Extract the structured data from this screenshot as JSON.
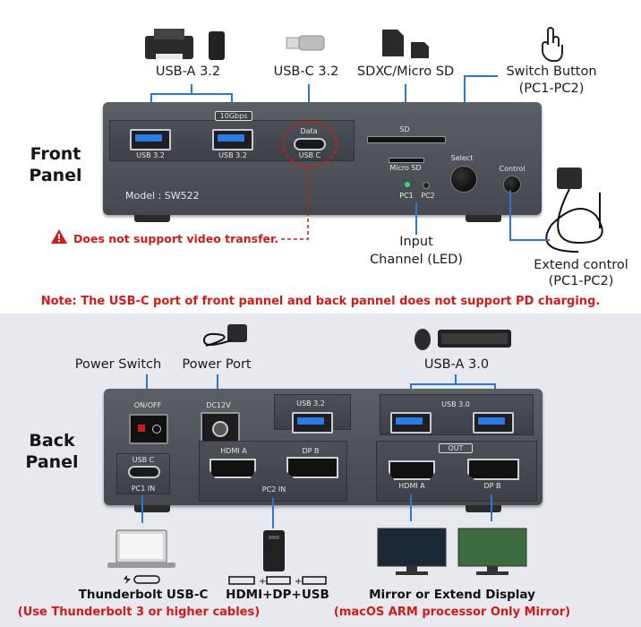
{
  "front": {
    "usba_label": "USB-A 3.2",
    "usbc_label": "USB-C 3.2",
    "sd_label": "SDXC/Micro SD",
    "switch_label_1": "Switch Button",
    "switch_label_2": "(PC1-PC2)",
    "panel_title_1": "Front",
    "panel_title_2": "Panel",
    "speed_tag": "10Gbps",
    "port1": "USB 3.2",
    "port2": "USB 3.2",
    "data_tag": "Data",
    "port_usbc": "USB C",
    "sd_slot": "SD",
    "microsd_slot": "Micro SD",
    "select": "Select",
    "control": "Control",
    "pc1": "PC1",
    "pc2": "PC2",
    "model": "Model : SW522",
    "warning": "Does not support video transfer.",
    "input_1": "Input",
    "input_2": "Channel (LED)",
    "extend_1": "Extend control",
    "extend_2": "(PC1-PC2)",
    "note": "Note: The USB-C port of front pannel and back pannel does not support PD charging."
  },
  "back": {
    "power_switch": "Power Switch",
    "power_port": "Power Port",
    "usba_label": "USB-A 3.0",
    "panel_title_1": "Back",
    "panel_title_2": "Panel",
    "onoff": "ON/OFF",
    "dc": "DC12V",
    "usb32": "USB 3.2",
    "usb30": "USB 3.0",
    "usbc": "USB C",
    "pc1in": "PC1 IN",
    "hdmi_a_in": "HDMI A",
    "dp_b_in": "DP B",
    "pc2in": "PC2 IN",
    "out": "OUT",
    "hdmi_a_out": "HDMI A",
    "dp_b_out": "DP B",
    "tb_1": "Thunderbolt USB-C",
    "tb_2": "(Use Thunderbolt 3 or higher cables)",
    "hdmi_dp_usb": "HDMI+DP+USB",
    "mirror_1": "Mirror or Extend Display",
    "mirror_2": "(macOS ARM processor Only Mirror)"
  },
  "colors": {
    "accent_blue": "#2b78d4",
    "warning_red": "#d11a1a",
    "panel_gray": "#4a4e55"
  }
}
